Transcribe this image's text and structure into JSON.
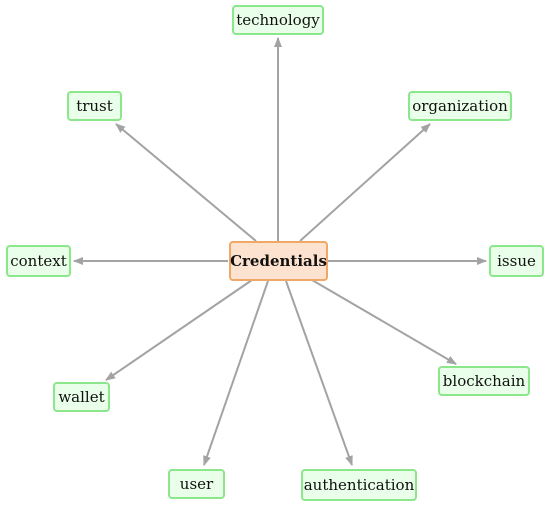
{
  "center": {
    "label": "Credentials"
  },
  "nodes": [
    {
      "id": "technology",
      "label": "technology"
    },
    {
      "id": "trust",
      "label": "trust"
    },
    {
      "id": "organization",
      "label": "organization"
    },
    {
      "id": "context",
      "label": "context"
    },
    {
      "id": "issue",
      "label": "issue"
    },
    {
      "id": "wallet",
      "label": "wallet"
    },
    {
      "id": "blockchain",
      "label": "blockchain"
    },
    {
      "id": "user",
      "label": "user"
    },
    {
      "id": "authentication",
      "label": "authentication"
    }
  ],
  "colors": {
    "center_fill": "#fde3cf",
    "center_border": "#f0a868",
    "leaf_fill": "#eaffea",
    "leaf_border": "#8ce68c",
    "edge": "#a3a3a3"
  }
}
